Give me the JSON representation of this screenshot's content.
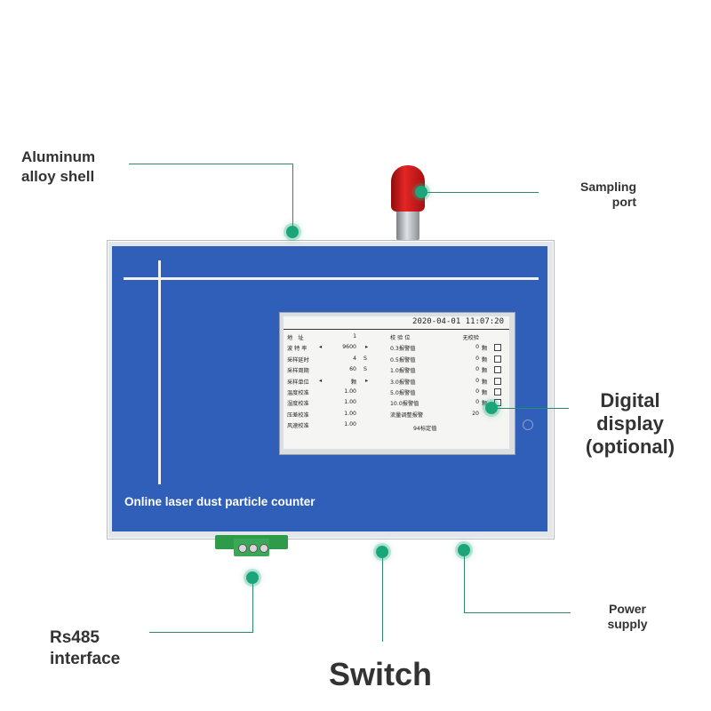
{
  "labels": {
    "shell": [
      "Aluminum",
      "alloy shell"
    ],
    "sampling": [
      "Sampling",
      "port"
    ],
    "display": [
      "Digital",
      "display",
      "(optional)"
    ],
    "rs485": [
      "Rs485",
      "interface"
    ],
    "switch": "Switch",
    "power": [
      "Power",
      "supply"
    ]
  },
  "product_name": "Online laser dust particle counter",
  "screen": {
    "datetime": "2020-04-01 11:07:20",
    "left_rows": [
      {
        "label": "地　址",
        "arrow_l": "",
        "value": "1",
        "unit": "",
        "arrow_r": ""
      },
      {
        "label": "波 特 率",
        "arrow_l": "◂",
        "value": "9600",
        "unit": "",
        "arrow_r": "▸"
      },
      {
        "label": "采样延时",
        "arrow_l": "",
        "value": "4",
        "unit": "S",
        "arrow_r": ""
      },
      {
        "label": "采样周期",
        "arrow_l": "",
        "value": "60",
        "unit": "S",
        "arrow_r": ""
      },
      {
        "label": "采样单位",
        "arrow_l": "◂",
        "value": "颗",
        "unit": "",
        "arrow_r": "▸"
      },
      {
        "label": "温度校准",
        "arrow_l": "",
        "value": "1.00",
        "unit": "",
        "arrow_r": ""
      },
      {
        "label": "湿度校准",
        "arrow_l": "",
        "value": "1.00",
        "unit": "",
        "arrow_r": ""
      },
      {
        "label": "压差校准",
        "arrow_l": "",
        "value": "1.00",
        "unit": "",
        "arrow_r": ""
      },
      {
        "label": "风速校准",
        "arrow_l": "",
        "value": "1.00",
        "unit": "",
        "arrow_r": ""
      }
    ],
    "right_rows": [
      {
        "label": "校 验 位",
        "value": "无校验",
        "unit": ""
      },
      {
        "label": "0.3报警值",
        "value": "0",
        "unit": "颗"
      },
      {
        "label": "0.5报警值",
        "value": "0",
        "unit": "颗"
      },
      {
        "label": "1.0报警值",
        "value": "0",
        "unit": "颗"
      },
      {
        "label": "3.0报警值",
        "value": "0",
        "unit": "颗"
      },
      {
        "label": "5.0报警值",
        "value": "0",
        "unit": "颗"
      },
      {
        "label": "10.0报警值",
        "value": "0",
        "unit": "颗"
      },
      {
        "label": "流量调整报警",
        "value": "20",
        "unit": ""
      }
    ],
    "footer": "94标定值"
  },
  "colors": {
    "panel": "#2f5fb8",
    "leader": "#2a8a6a",
    "dot": "#1aa67a",
    "probe_cap": "#e32626",
    "connector": "#3aa957"
  }
}
